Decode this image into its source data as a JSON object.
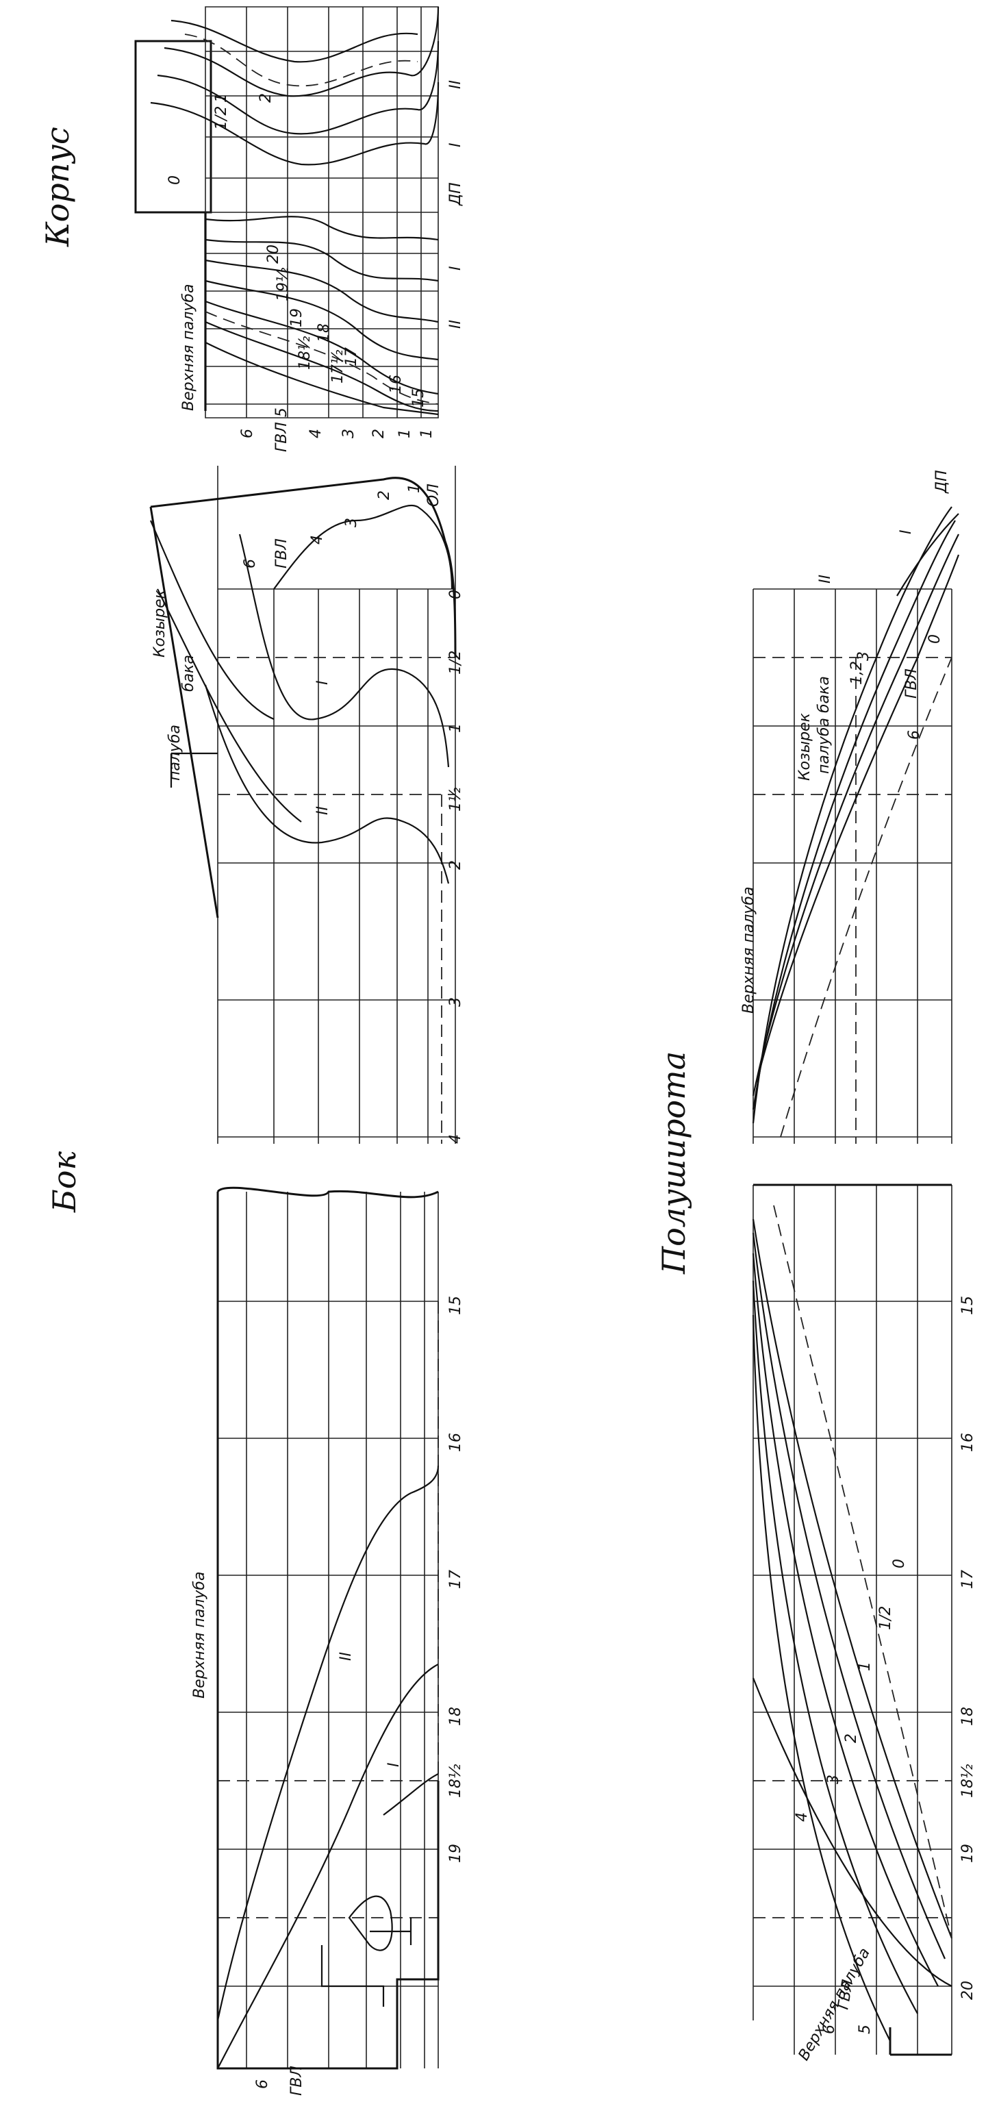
{
  "titles": {
    "body_plan": "Корпус",
    "profile": "Бок",
    "half_breadth": "Полуширота"
  },
  "body_plan": {
    "labels": {
      "upper_deck": "Верхняя палуба",
      "centerline": "ДП",
      "buttock_1": "I",
      "buttock_2": "II",
      "wl_6": "6",
      "wl_dwl": "ГВЛ 5",
      "wl_4": "4",
      "wl_3": "3",
      "wl_2": "2",
      "wl_1": "1",
      "wl_0": "1",
      "st_0": "0",
      "st_half": "1/2",
      "st_1": "1",
      "st_2": "2",
      "st_15": "15",
      "st_16": "16",
      "st_17": "17",
      "st_17h": "17½",
      "st_18": "18",
      "st_18h": "18½",
      "st_19": "19",
      "st_19h": "19½",
      "st_20": "20"
    }
  },
  "profile_fwd": {
    "labels": {
      "forecastle": "Козырек",
      "deck_tank": "палуба",
      "deck_tank2": "бака",
      "buttock_1": "I",
      "buttock_2": "II",
      "wl_6": "6",
      "wl_dwl": "ГВЛ",
      "wl_4": "4",
      "wl_3": "3",
      "wl_2": "2",
      "wl_1": "1",
      "wl_0": "ОЛ",
      "st_0": "0",
      "st_half": "1/2",
      "st_1": "1",
      "st_1h": "1½",
      "st_2": "2",
      "st_3": "3",
      "st_4": "4"
    }
  },
  "profile_aft": {
    "labels": {
      "upper_deck": "Верхняя палуба",
      "buttock_1": "I",
      "buttock_2": "II",
      "wl_6": "6",
      "wl_dwl": "ГВЛ",
      "st_15": "15",
      "st_16": "16",
      "st_17": "17",
      "st_18": "18",
      "st_18h": "18½",
      "st_19": "19"
    }
  },
  "half_fwd": {
    "labels": {
      "forecastle": "Козырек",
      "deck_tank": "палуба бака",
      "upper_deck": "Верхняя палуба",
      "centerline": "ДП",
      "buttock_1": "I",
      "buttock_2": "II",
      "wl_12": "1,2",
      "wl_3": "3",
      "wl_dwl": "ГВЛ",
      "wl_0": "0",
      "wl_6": "6"
    }
  },
  "half_aft": {
    "labels": {
      "upper_deck": "Верхняя палуба",
      "wl_dwl": "ГВЛ",
      "wl_6": "6",
      "wl_5": "5",
      "wl_4": "4",
      "wl_3": "3",
      "wl_2": "2",
      "wl_1": "1",
      "wl_half": "1/2",
      "wl_0": "0",
      "st_15": "15",
      "st_16": "16",
      "st_17": "17",
      "st_18": "18",
      "st_18h": "18½",
      "st_19": "19",
      "st_20": "20"
    }
  }
}
